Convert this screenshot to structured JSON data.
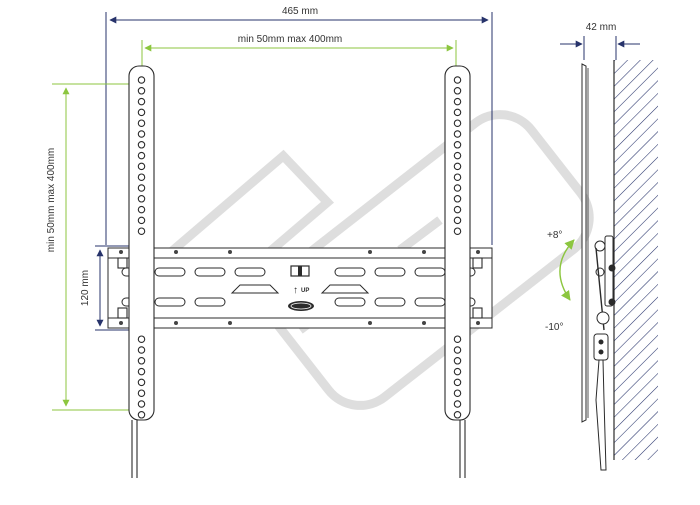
{
  "dimensions": {
    "overall_width": "465 mm",
    "vesa_horizontal": "min 50mm max 400mm",
    "vesa_vertical": "min 50mm max 400mm",
    "plate_height": "120 mm",
    "wall_distance": "42 mm"
  },
  "tilt": {
    "up": "+8°",
    "down": "-10°"
  },
  "plate": {
    "up_label": "UP",
    "up_arrow": "↑"
  },
  "colors": {
    "line": "#2b2b2b",
    "navy_dimension": "#27336b",
    "green_dimension": "#8cc63f",
    "watermark": "#d4d4d4",
    "hatch": "#27336b"
  },
  "icons": {
    "brand_badge": "oval-logo-badge",
    "level": "bubble-level-icon"
  }
}
